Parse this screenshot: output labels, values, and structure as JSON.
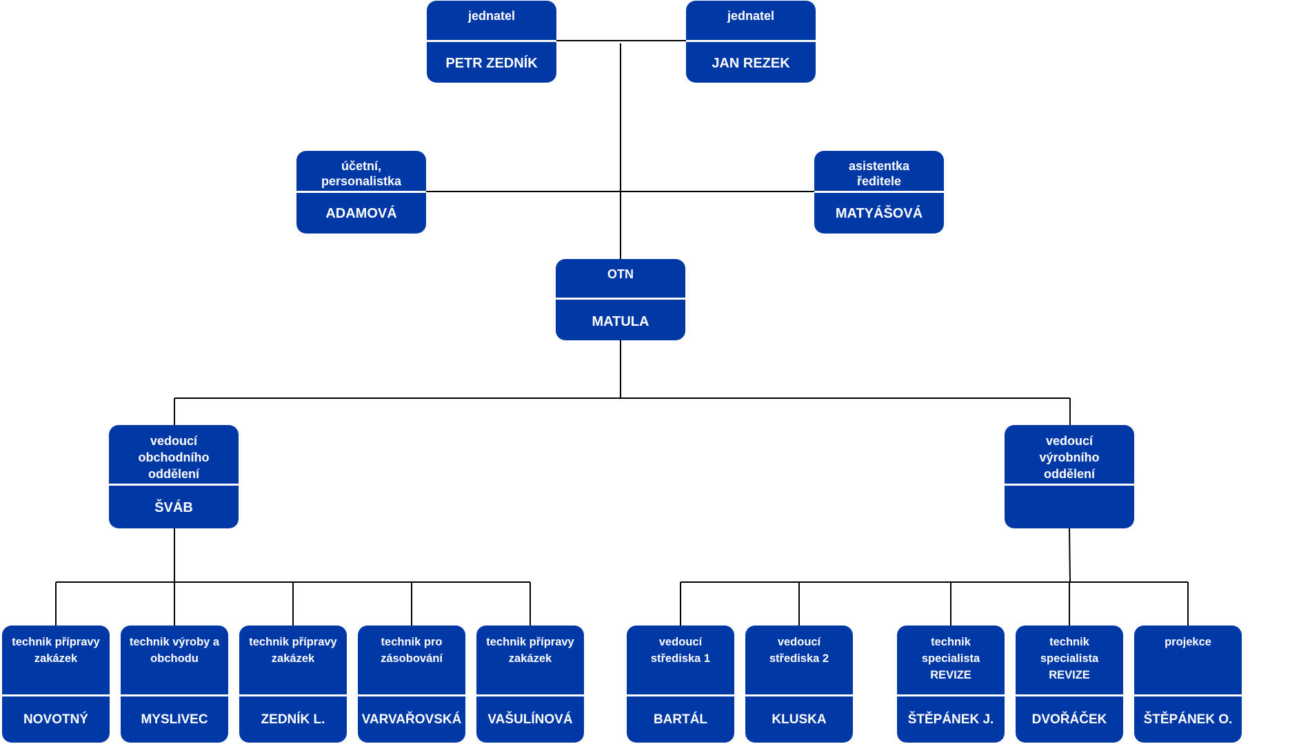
{
  "colors": {
    "box": "#0039a6",
    "text": "#ffffff",
    "line": "#000000"
  },
  "nodes": {
    "jednatel1": {
      "role": "jednatel",
      "name": "PETR ZEDNÍK"
    },
    "jednatel2": {
      "role": "jednatel",
      "name": "JAN REZEK"
    },
    "ucetni": {
      "role": "účetní, personalistka",
      "name": "ADAMOVÁ"
    },
    "asistentka": {
      "role": "asistentka ředitele",
      "name": "MATYÁŠOVÁ"
    },
    "otn": {
      "role": "OTN",
      "name": "MATULA"
    },
    "obchod": {
      "role": "vedoucí obchodního oddělení",
      "name": "ŠVÁB"
    },
    "vyroba": {
      "role": "vedoucí výrobního oddělení",
      "name": ""
    },
    "novotny": {
      "role": "technik přípravy zakázek",
      "name": "NOVOTNÝ"
    },
    "myslivec": {
      "role": "technik výroby a obchodu",
      "name": "MYSLIVEC"
    },
    "zednikl": {
      "role": "technik přípravy zakázek",
      "name": "ZEDNÍK L."
    },
    "varvarovska": {
      "role": "technik pro zásobování",
      "name": "VARVAŘOVSKÁ"
    },
    "vasulinova": {
      "role": "technik přípravy zakázek",
      "name": "VAŠULÍNOVÁ"
    },
    "bartal": {
      "role": "vedoucí střediska 1",
      "name": "BARTÁL"
    },
    "kluska": {
      "role": "vedoucí střediska 2",
      "name": "KLUSKA"
    },
    "stepanekj": {
      "role": "technik specialista REVIZE",
      "name": "ŠTĚPÁNEK J."
    },
    "dvoracek": {
      "role": "technik specialista REVIZE",
      "name": "DVOŘÁČEK"
    },
    "projekce": {
      "role": "projekce",
      "name": "ŠTĚPÁNEK O."
    }
  }
}
